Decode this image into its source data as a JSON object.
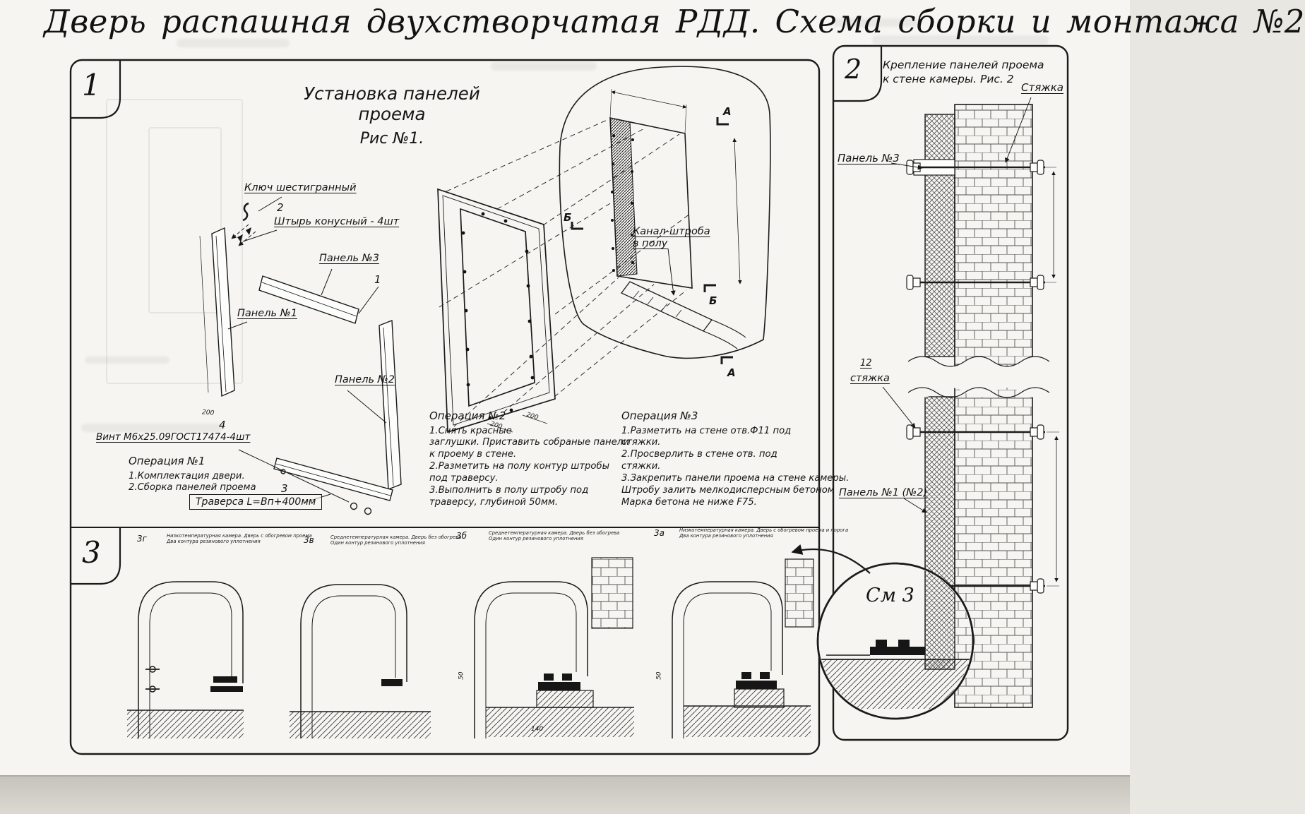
{
  "sheet": {
    "title": "Дверь распашная двухстворчатая РДД.  Схема сборки и монтажа №2"
  },
  "fig1": {
    "badge": "1",
    "title1": "Установка панелей проема",
    "title2": "Рис №1.",
    "labels": {
      "hex_key": "Ключ шестигранный",
      "pin": "Штырь конусный - 4шт",
      "panel3": "Панель №3",
      "panel1": "Панель №1",
      "panel2": "Панель №2",
      "screw": "Винт М6х25.09ГОСТ17474-4шт",
      "traverse": "Траверса  L=Вп+400мм",
      "channel1": "Канал-штроба",
      "channel2": "в полу",
      "callout1": "1",
      "callout2": "2",
      "callout3": "3",
      "callout4": "4",
      "marker_a": "А",
      "marker_b": "Б"
    },
    "op1": {
      "title": "Операция №1",
      "lines": [
        "1.Комплектация двери.",
        "2.Сборка панелей проема"
      ]
    },
    "op2": {
      "title": "Операция №2",
      "lines": [
        "1.Снять красные",
        "заглушки. Приставить собраные панели",
        "к проему в стене.",
        "2.Разметить на полу контур штробы",
        "под траверсу.",
        "3.Выполнить в полу штробу под",
        "траверсу, глубиной 50мм."
      ]
    },
    "op3": {
      "title": "Операция №3",
      "lines": [
        "1.Разметить на стене отв.Ф11 под",
        "стяжки.",
        "2.Просверлить в стене отв.  под",
        "стяжки.",
        "3.Закрепить панели проема на стене камеры.",
        "Штробу залить мелкодисперсным бетоном",
        "Марка бетона не ниже   F75."
      ]
    }
  },
  "fig2": {
    "badge": "2",
    "title1": "Крепление панелей проема",
    "title2": "к стене камеры. Рис. 2",
    "labels": {
      "tie": "Стяжка",
      "panel3": "Панель №3",
      "pos12": "12",
      "tie2": "стяжка",
      "panel12": "Панель №1 (№2)",
      "see3": "См 3"
    }
  },
  "fig3": {
    "badge": "3",
    "sections": [
      {
        "id": "3г",
        "cap1": "Низкотемпературная камера. Дверь с обогревом проема",
        "cap2": "Два контура резинового уплотнения"
      },
      {
        "id": "3в",
        "cap1": "Среднетемпературная камера. Дверь без обогрева",
        "cap2": "Один контур резинового уплотнения"
      },
      {
        "id": "3б",
        "cap1": "Среднетемпературная камера. Дверь без обогрева",
        "cap2": "Один контур резинового уплотнения"
      },
      {
        "id": "3а",
        "cap1": "Низкотемпературная камера. Дверь с обогревом проема и порога",
        "cap2": "Два контура резинового уплотнения"
      }
    ]
  },
  "dims": {
    "d200": "200",
    "d50": "50",
    "d140": "140"
  }
}
